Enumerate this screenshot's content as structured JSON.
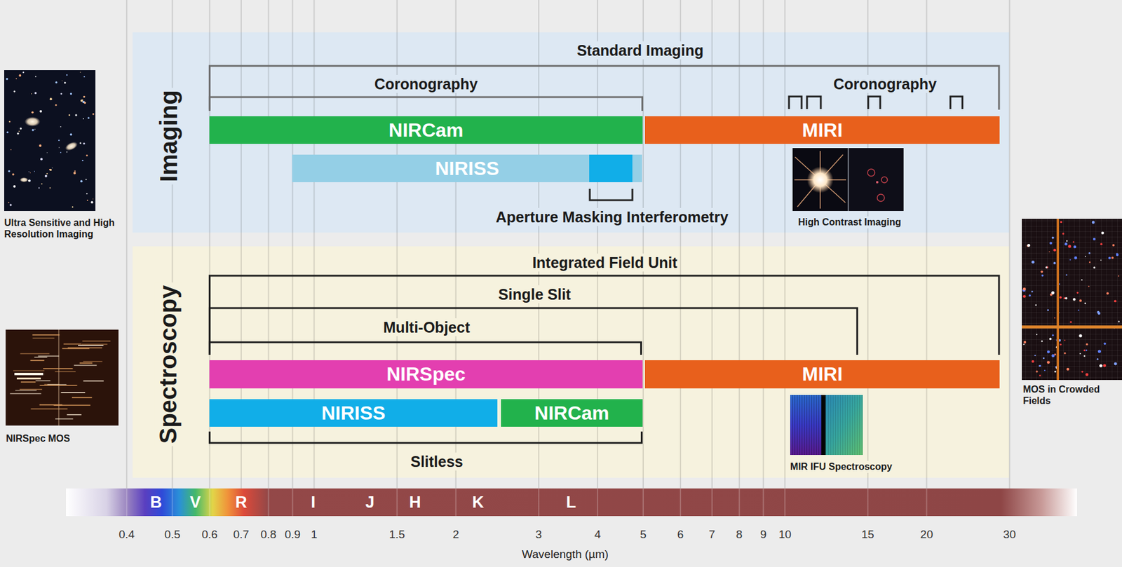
{
  "diagram": {
    "nodes": [
      {
        "text": [
          "Imaging"
        ]
      },
      {
        "text": [
          "NIRCam"
        ],
        "in": 0
      },
      {
        "text": [
          "MIRI"
        ],
        "in": 0
      },
      {
        "text": [
          "NIRISS"
        ],
        "in": 0
      },
      {
        "text": [
          "Spectroscopy"
        ]
      },
      {
        "text": [
          "NIRSpec"
        ],
        "in": 4
      },
      {
        "text": [
          "MIRI"
        ],
        "in": 4
      },
      {
        "text": [
          "NIRISS"
        ],
        "in": 4
      },
      {
        "text": [
          "NIRCam"
        ],
        "in": 4
      }
    ],
    "labels": [
      "Standard Imaging",
      "Coronography",
      "Coronography",
      "Aperture Masking Interferometry",
      "High Contrast Imaging",
      "Ultra Sensitive and High Resolution Imaging",
      "Integrated Field Unit",
      "Single Slit",
      "Multi-Object",
      "Slitless",
      "MIR IFU Spectroscopy",
      "NIRSpec MOS",
      "MOS in Crowded Fields",
      "B",
      "V",
      "R",
      "I",
      "J",
      "H",
      "K",
      "L",
      "0.4",
      "0.5",
      "0.6",
      "0.7",
      "0.8",
      "0.9",
      "1",
      "1.5",
      "2",
      "3",
      "4",
      "5",
      "6",
      "7",
      "8",
      "9",
      "10",
      "15",
      "20",
      "30",
      "Wavelength (µm)"
    ]
  }
}
